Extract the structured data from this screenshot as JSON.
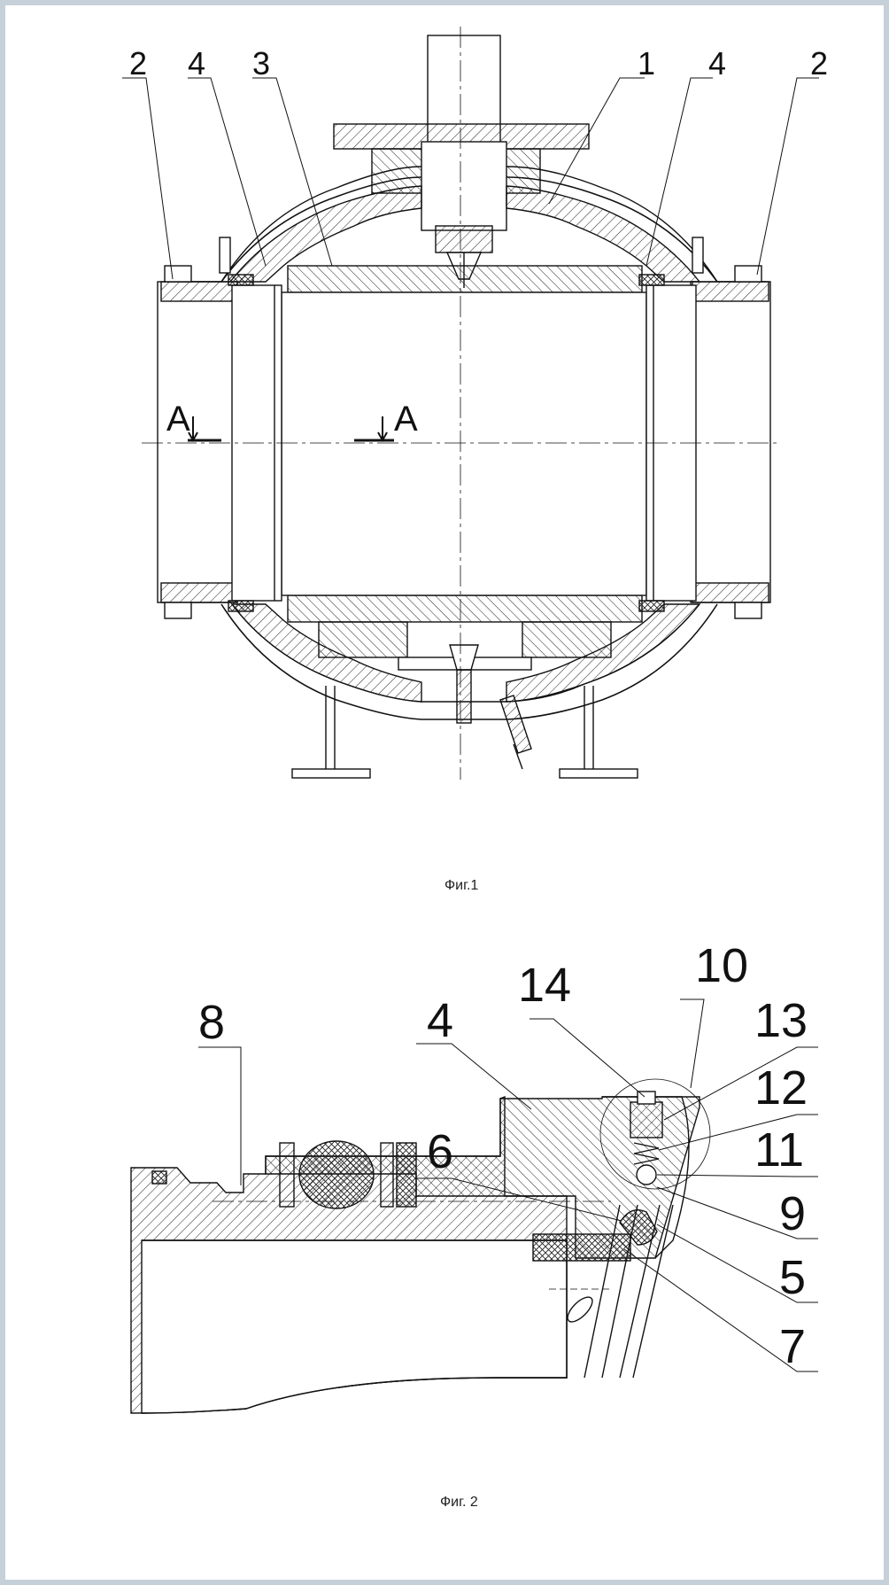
{
  "figure1": {
    "caption": "Фиг.1",
    "callouts": [
      "2",
      "4",
      "3",
      "1",
      "4",
      "2"
    ],
    "section_marks": [
      "A",
      "A"
    ]
  },
  "figure2": {
    "caption": "Фиг. 2",
    "callouts": [
      "8",
      "4",
      "6",
      "14",
      "10",
      "13",
      "12",
      "11",
      "9",
      "5",
      "7"
    ]
  },
  "colors": {
    "ink": "#111111",
    "frame": "#c6d0d9",
    "background": "#ffffff"
  }
}
